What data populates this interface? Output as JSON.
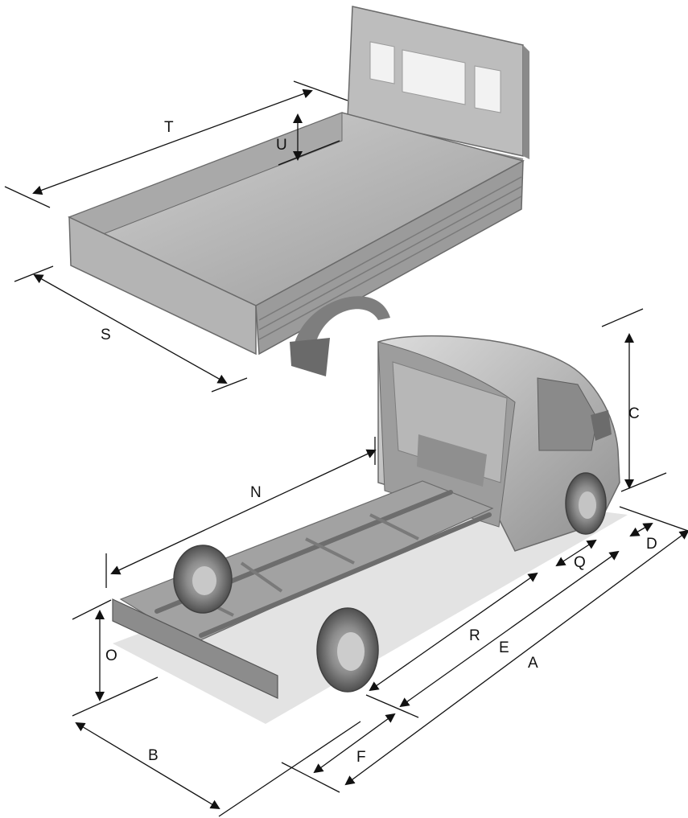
{
  "labels": {
    "T": "T",
    "U": "U",
    "S": "S",
    "C": "C",
    "N": "N",
    "D": "D",
    "Q": "Q",
    "R": "R",
    "E": "E",
    "A": "A",
    "O": "O",
    "B": "B",
    "F": "F"
  },
  "colors": {
    "line": "#111111",
    "body_light": "#c9c9c9",
    "body_mid": "#a6a6a6",
    "body_dark": "#6e6e6e",
    "shadow": "#d8d8d8"
  }
}
